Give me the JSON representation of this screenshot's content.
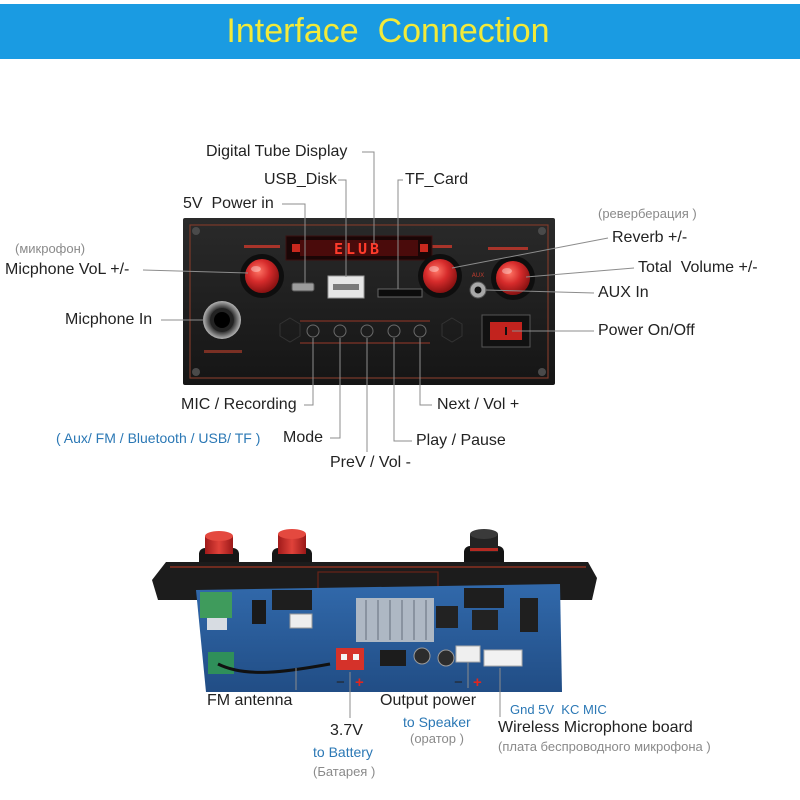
{
  "header": {
    "title": "Interface  Connection"
  },
  "colors": {
    "header_bg": "#1a9be2",
    "header_text": "#f2ea3a",
    "note_blue": "#2b78b5",
    "note_gray": "#8a8a8a",
    "polarity_red": "#e0261e",
    "knob_red": "#d62b2b"
  },
  "panel": {
    "display": "ELUB",
    "aux_mark": "AUX"
  },
  "top_labels": {
    "digital_tube_display": "Digital Tube Display",
    "usb_disk": "USB_Disk",
    "tf_card": "TF_Card",
    "power_in": "5V  Power in",
    "reverb_note": "(реверберация )",
    "reverb": "Reverb +/-",
    "mic_note": "(микрофон)",
    "mic_volume": "Micphone VoL +/-",
    "total_volume": "Total  Volume +/-",
    "aux_in": "AUX In",
    "mic_in": "Micphone In",
    "power_switch": "Power On/Off",
    "mic_recording": "MIC / Recording",
    "next_vol": "Next / Vol +",
    "mode_note": "( Aux/ FM / Bluetooth / USB/ TF )",
    "mode": "Mode",
    "play_pause": "Play / Pause",
    "prev_vol": "PreV / Vol -"
  },
  "bottom_labels": {
    "fm_antenna": "FM antenna",
    "battery_minus": "−",
    "battery_plus": "+",
    "battery_voltage": "3.7V",
    "battery_target": "to Battery",
    "battery_note": "(Батарея )",
    "output_power": "Output power",
    "speaker_minus": "−",
    "speaker_plus": "+",
    "speaker_target": "to Speaker",
    "speaker_note": "(оратор )",
    "mic_pins": "Gnd 5V  KC MIC",
    "wireless_mic": "Wireless Microphone board",
    "wireless_mic_note": "(плата беспроводного микрофона )"
  }
}
